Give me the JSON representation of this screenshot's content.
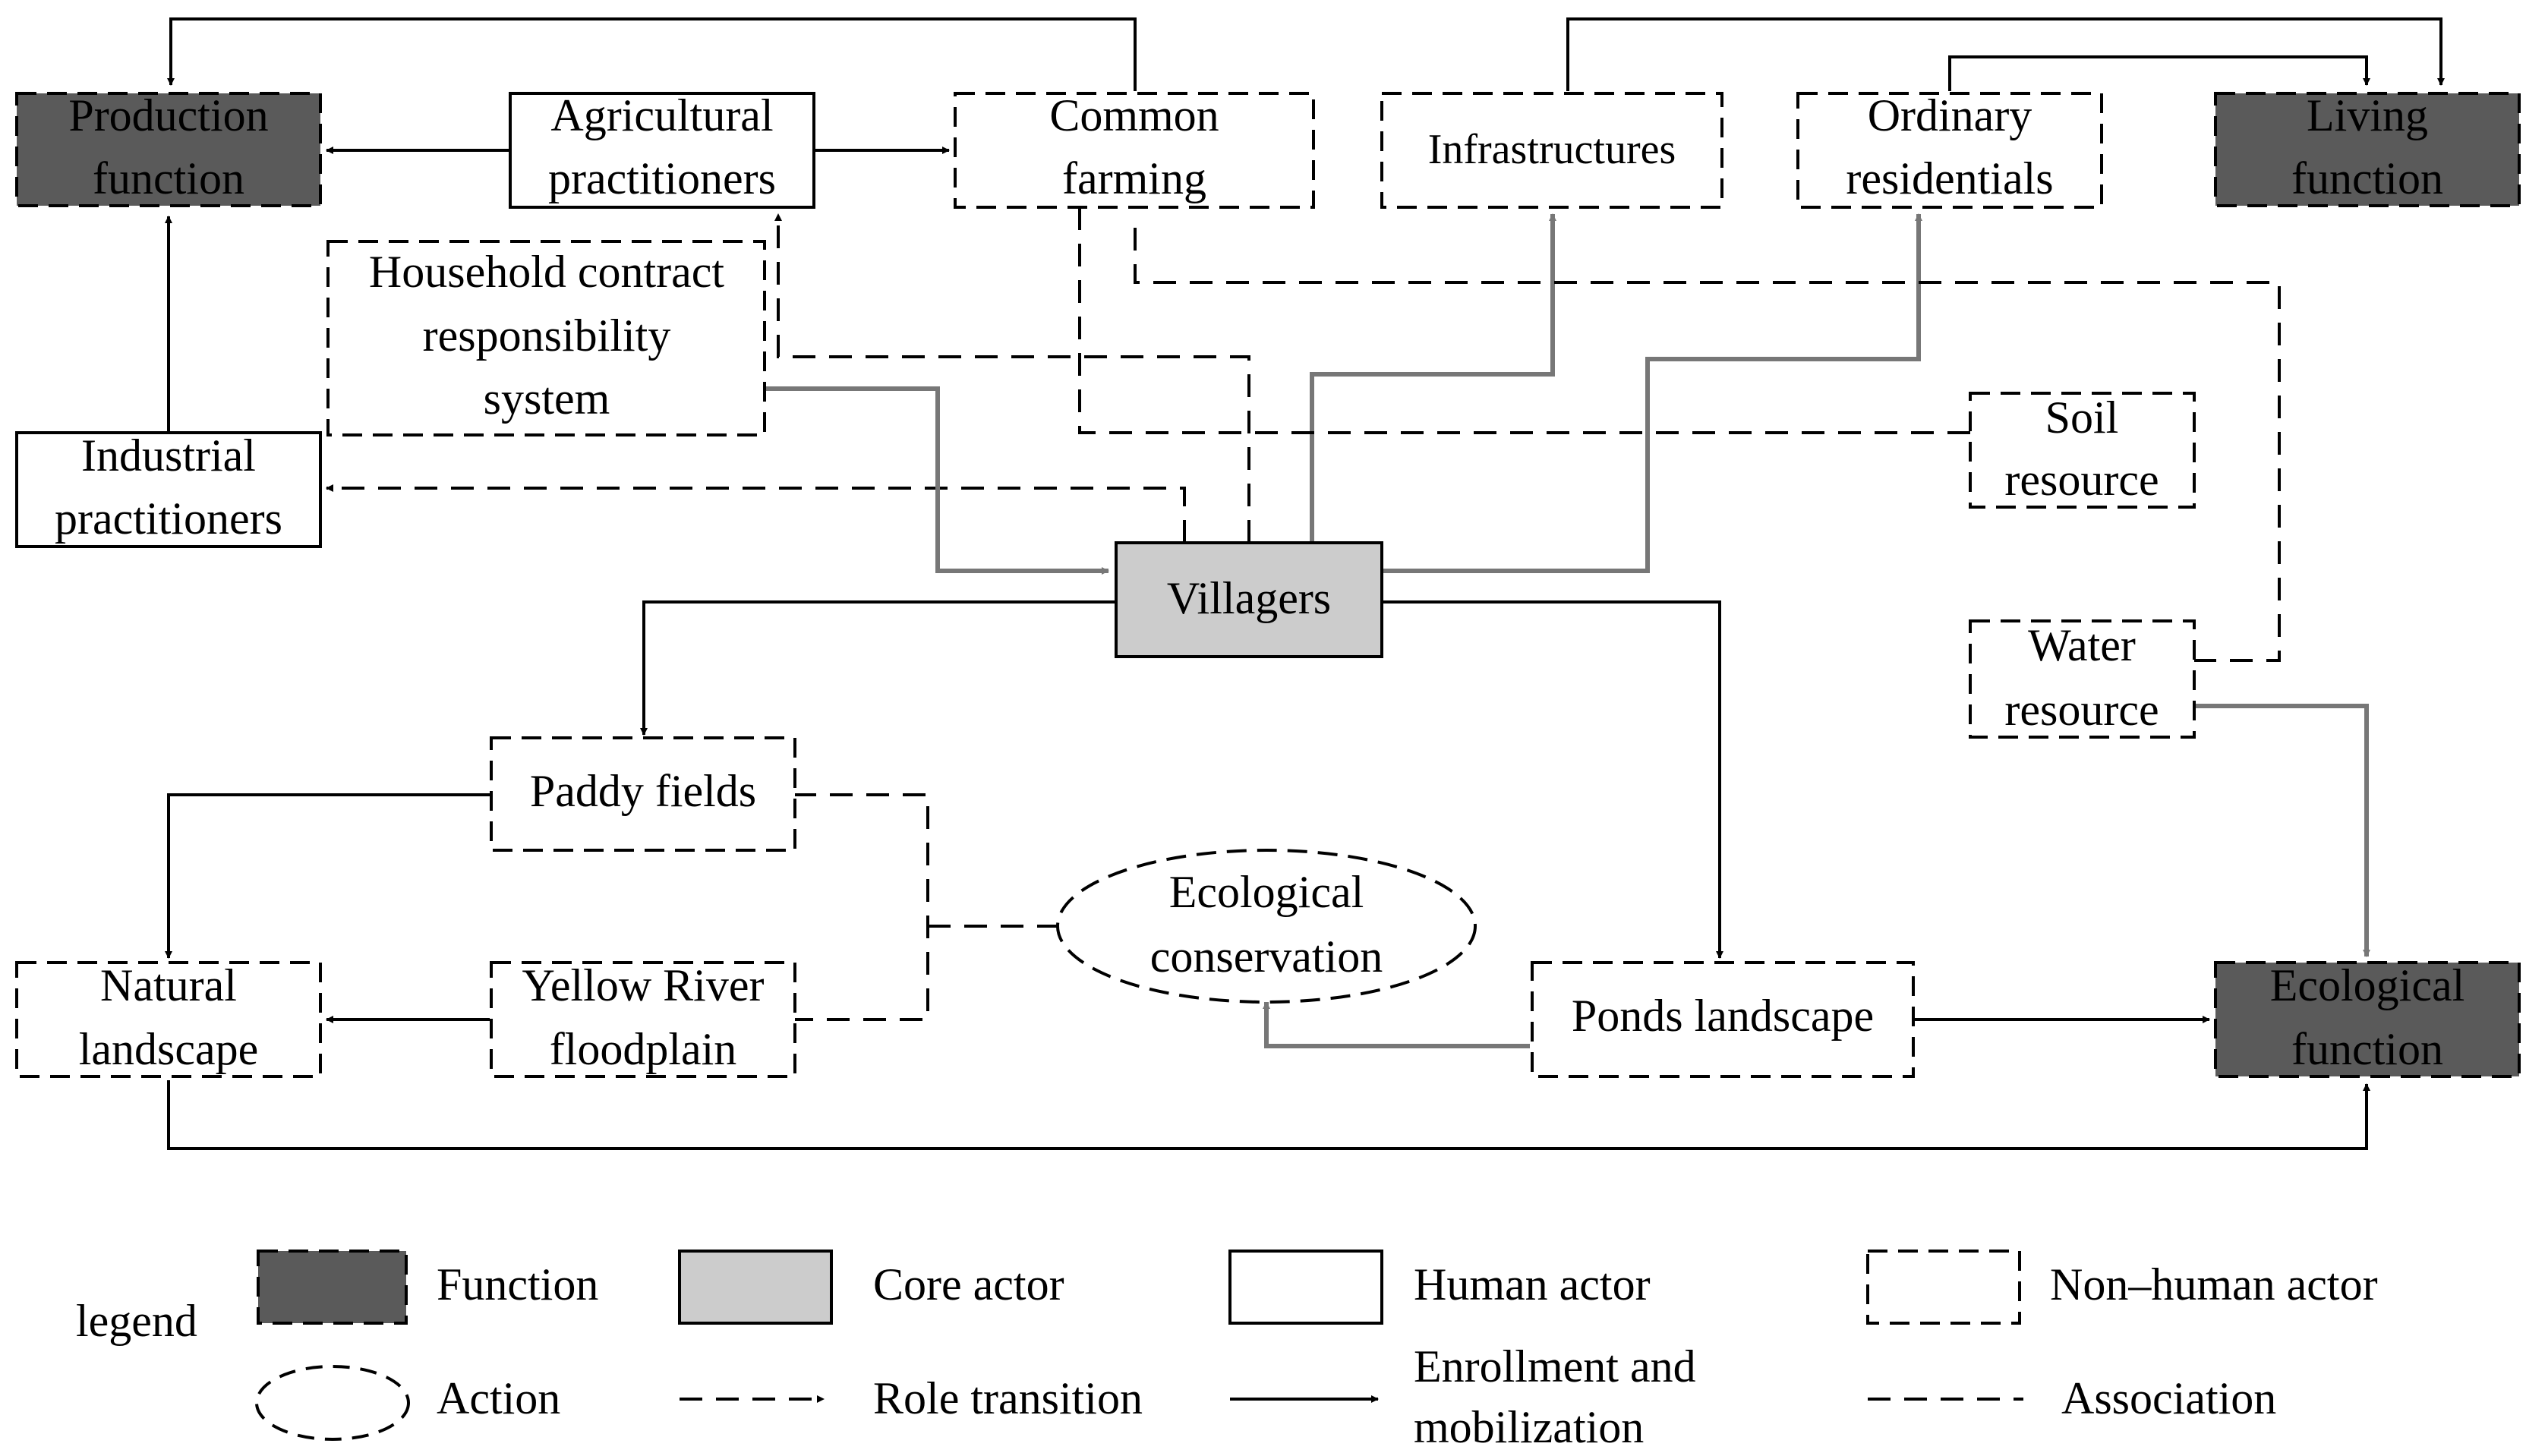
{
  "colors": {
    "function_fill": "#5a5a5a",
    "core_fill": "#cccccc",
    "human_fill": "#ffffff",
    "nonhuman_fill": "#ffffff",
    "line_black": "#000000",
    "line_gray": "#777777"
  },
  "nodes": {
    "production_function": [
      "Production",
      "function"
    ],
    "agricultural_practitioners": [
      "Agricultural",
      "practitioners"
    ],
    "common_farming": [
      "Common",
      "farming"
    ],
    "infrastructures": [
      "Infrastructures"
    ],
    "ordinary_residentials": [
      "Ordinary",
      "residentials"
    ],
    "living_function": [
      "Living",
      "function"
    ],
    "household_contract": [
      "Household contract",
      "responsibility",
      "system"
    ],
    "industrial_practitioners": [
      "Industrial",
      "practitioners"
    ],
    "soil_resource": [
      "Soil",
      "resource"
    ],
    "villagers": [
      "Villagers"
    ],
    "water_resource": [
      "Water",
      "resource"
    ],
    "paddy_fields": [
      "Paddy fields"
    ],
    "ecological_conservation": [
      "Ecological",
      "conservation"
    ],
    "natural_landscape": [
      "Natural",
      "landscape"
    ],
    "yellow_river_floodplain": [
      "Yellow River",
      "floodplain"
    ],
    "ponds_landscape": [
      "Ponds landscape"
    ],
    "ecological_function": [
      "Ecological",
      "function"
    ]
  },
  "legend": {
    "title": "legend",
    "function": "Function",
    "core_actor": "Core actor",
    "human_actor": "Human actor",
    "nonhuman_actor": "Non–human actor",
    "action": "Action",
    "role_transition": "Role transition",
    "enrollment": [
      "Enrollment and",
      "mobilization"
    ],
    "association": "Association"
  }
}
